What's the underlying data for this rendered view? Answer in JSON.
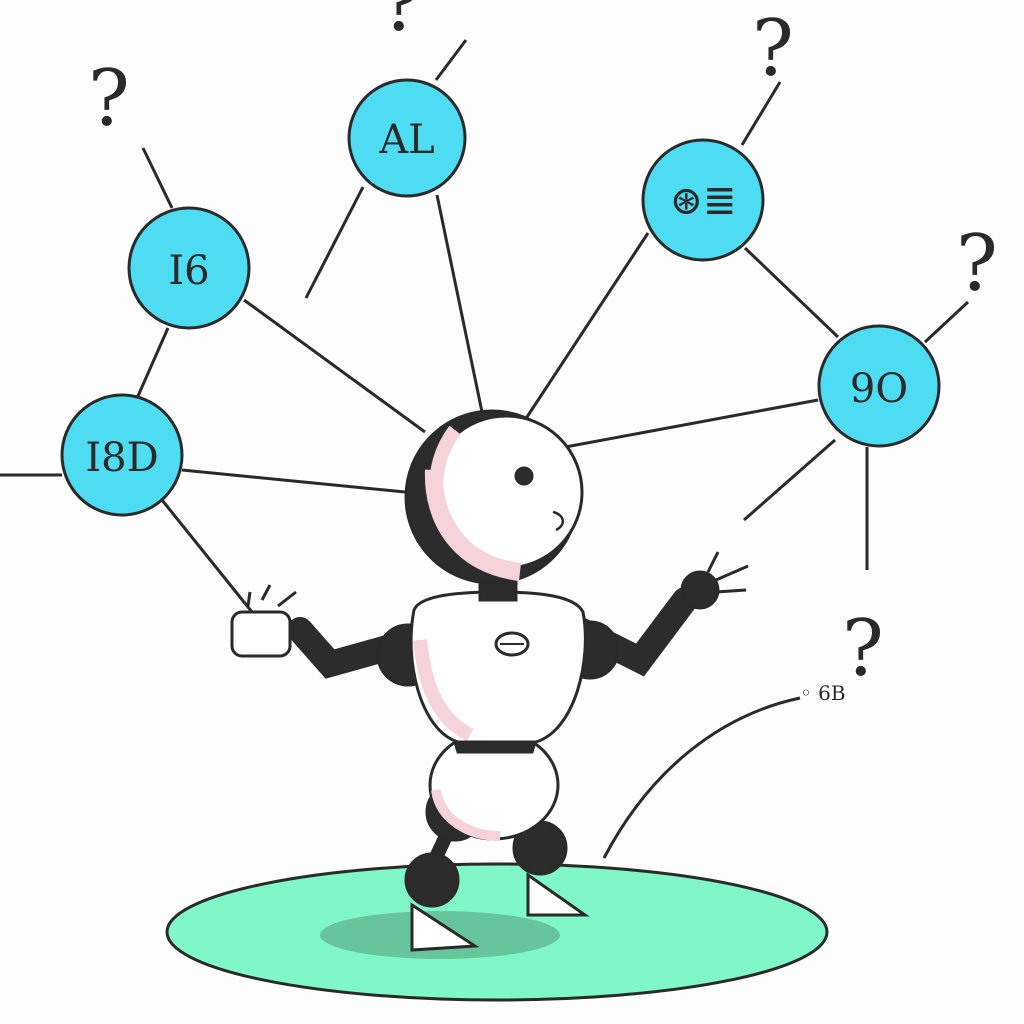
{
  "illustration": {
    "nodes": [
      {
        "id": "node-al",
        "text": "AL"
      },
      {
        "id": "node-16",
        "text": "I6"
      },
      {
        "id": "node-data",
        "text": "⊛≣"
      },
      {
        "id": "node-90",
        "text": "9O"
      },
      {
        "id": "node-180",
        "text": "I8D"
      }
    ],
    "stray_text": "◦ 6B",
    "colors": {
      "node_fill": "#4ddcf2",
      "ground": "#80f7c6",
      "robot_body": "#ffffff",
      "robot_shade": "#f6d3d8",
      "robot_joint": "#2c2c2c"
    }
  }
}
